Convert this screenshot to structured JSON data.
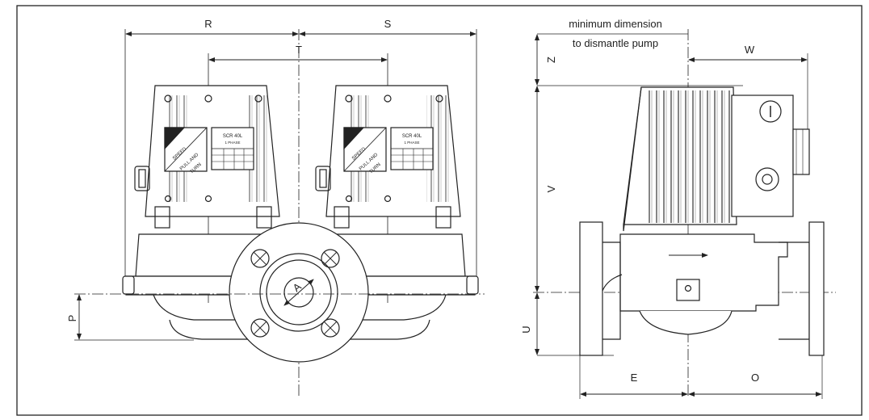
{
  "labels": {
    "R": "R",
    "S": "S",
    "T": "T",
    "A": "A",
    "P": "P",
    "Z": "Z",
    "V": "V",
    "U": "U",
    "W": "W",
    "E": "E",
    "O": "O",
    "min_dim_line1": "minimum dimension",
    "min_dim_line2": "to dismantle pump"
  },
  "plates": {
    "speed": "SPEED",
    "pull": "PULL AND",
    "turn": "TURN",
    "model": "SCR 40L",
    "sub": "1 PHASE"
  }
}
